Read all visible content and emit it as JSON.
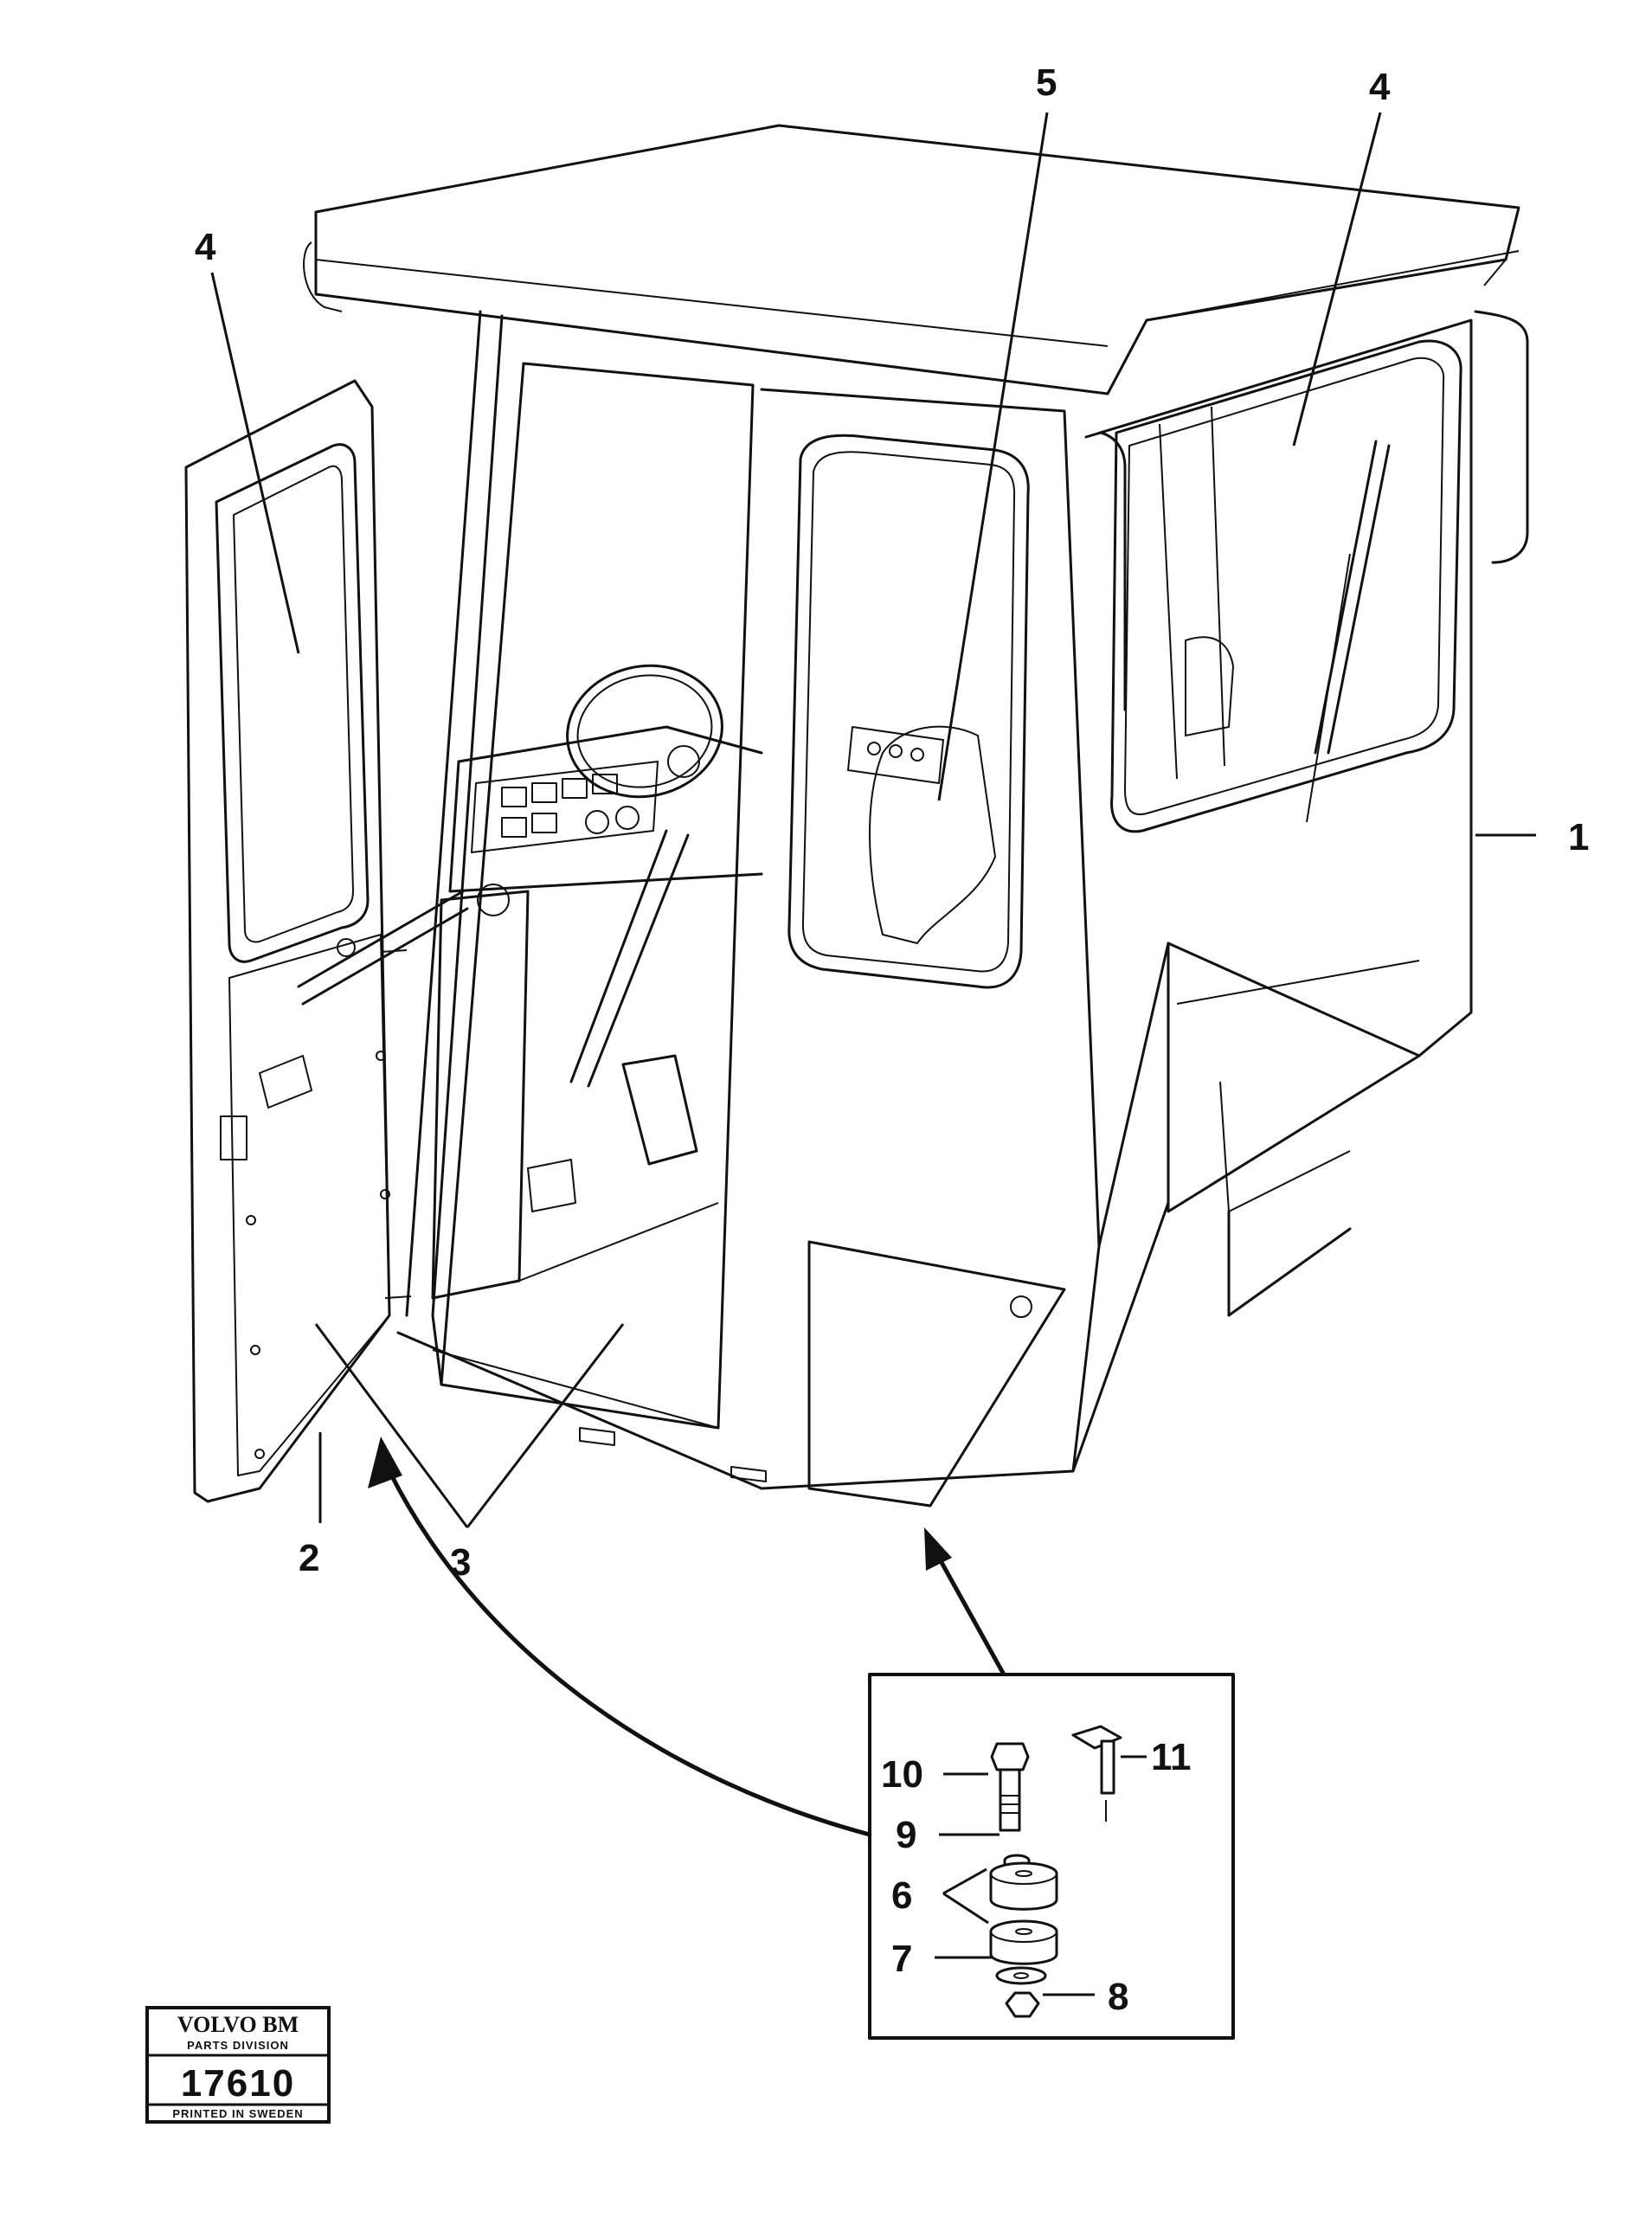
{
  "callouts": {
    "c1": "1",
    "c2": "2",
    "c3": "3",
    "c4_left": "4",
    "c4_right": "4",
    "c5": "5",
    "c6": "6",
    "c7": "7",
    "c8": "8",
    "c9": "9",
    "c10": "10",
    "c11": "11"
  },
  "stamp": {
    "brand": "VOLVO BM",
    "division": "PARTS DIVISION",
    "number": "17610",
    "printed": "PRINTED IN SWEDEN"
  },
  "colors": {
    "ink": "#111111",
    "paper": "#ffffff"
  }
}
